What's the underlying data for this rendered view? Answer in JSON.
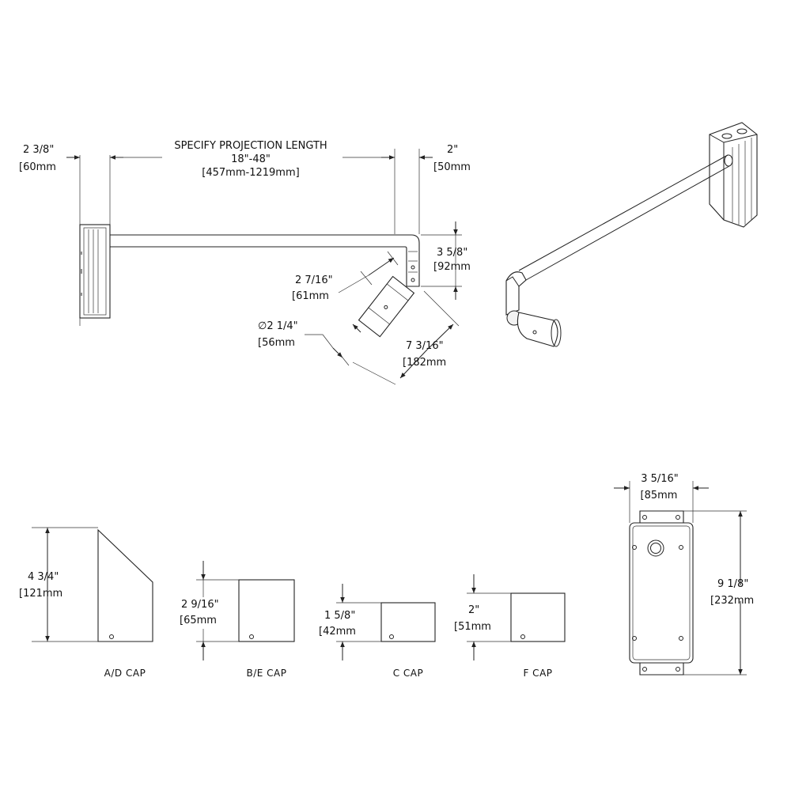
{
  "dimensions": {
    "mount_width": {
      "imperial": "2 3/8\"",
      "metric": "[60mm"
    },
    "projection": {
      "title": "SPECIFY PROJECTION LENGTH",
      "range": "18\"-48\"",
      "metric": "[457mm-1219mm]"
    },
    "elbow_width": {
      "imperial": "2\"",
      "metric": "[50mm"
    },
    "elbow_height": {
      "imperial": "3 5/8\"",
      "metric": "[92mm"
    },
    "head_offset": {
      "imperial": "2 7/16\"",
      "metric": "[61mm"
    },
    "head_diameter": {
      "imperial": "∅2 1/4\"",
      "metric": "[56mm"
    },
    "head_length": {
      "imperial": "7 3/16\"",
      "metric": "[182mm"
    },
    "ad_cap_height": {
      "imperial": "4 3/4\"",
      "metric": "[121mm"
    },
    "be_cap_height": {
      "imperial": "2 9/16\"",
      "metric": "[65mm"
    },
    "c_cap_height": {
      "imperial": "1 5/8\"",
      "metric": "[42mm"
    },
    "f_cap_height": {
      "imperial": "2\"",
      "metric": "[51mm"
    },
    "box_width": {
      "imperial": "3 5/16\"",
      "metric": "[85mm"
    },
    "box_height": {
      "imperial": "9 1/8\"",
      "metric": "[232mm"
    }
  },
  "caps": {
    "ad": "A/D CAP",
    "be": "B/E CAP",
    "c": "C CAP",
    "f": "F CAP"
  },
  "icons": [
    "mounting-box-icon",
    "arm-icon",
    "light-head-icon",
    "screw-icon",
    "conduit-hole-icon"
  ]
}
